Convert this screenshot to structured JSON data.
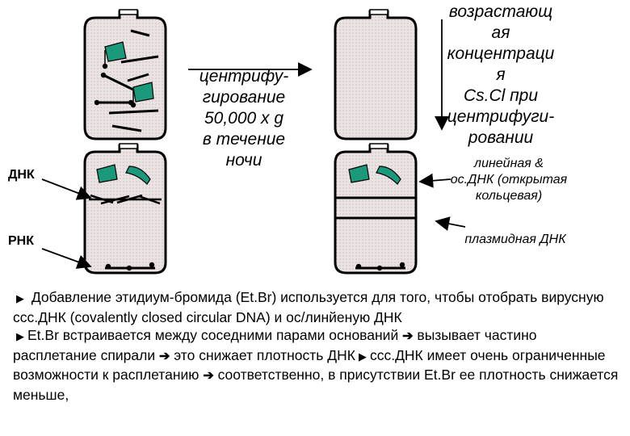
{
  "diagram": {
    "step_text": [
      "центрифу-",
      "гирование",
      "50,000 x g",
      "в течение",
      "ночи"
    ],
    "gradient_text": [
      "возрастающ",
      "ая",
      "концентраци",
      "я",
      "Cs.Cl при",
      "центрифуги-",
      "ровании"
    ],
    "label_linear": [
      "линейная &",
      "ос.ДНК (открытая",
      "кольцевая)"
    ],
    "label_plasmid": "плазмидная ДНК",
    "label_dna": "ДНК",
    "label_rna": "РНК",
    "colors": {
      "tube_fill": "#ebe3e3",
      "band_green": "#1a9a7a",
      "ink": "#000000"
    }
  },
  "text": {
    "p1_bullet": "▶",
    "p1": "Добавление этидиум-бромида (Et.Br) используется для того, чтобы отобрать вирусную ccc.ДНК (covalently closed circular DNA) и oc/линйеную ДНК",
    "p2_bullet": "▶",
    "p2_a": "Et.Br встраивается между соседними парами оснований",
    "arrow_1": "➔",
    "p2_b": "вызывает частино расплетание спирали",
    "arrow_2": "➔",
    "p2_c": "это снижает плотность ДНК",
    "p2_bullet_inline": "▶",
    "p2_d": "ccc.ДНК имеет очень ограниченные возможности к расплетанию",
    "arrow_3": "➔",
    "p2_e": "соответственно, в присутствии Et.Br ее плотность снижается меньше,"
  }
}
